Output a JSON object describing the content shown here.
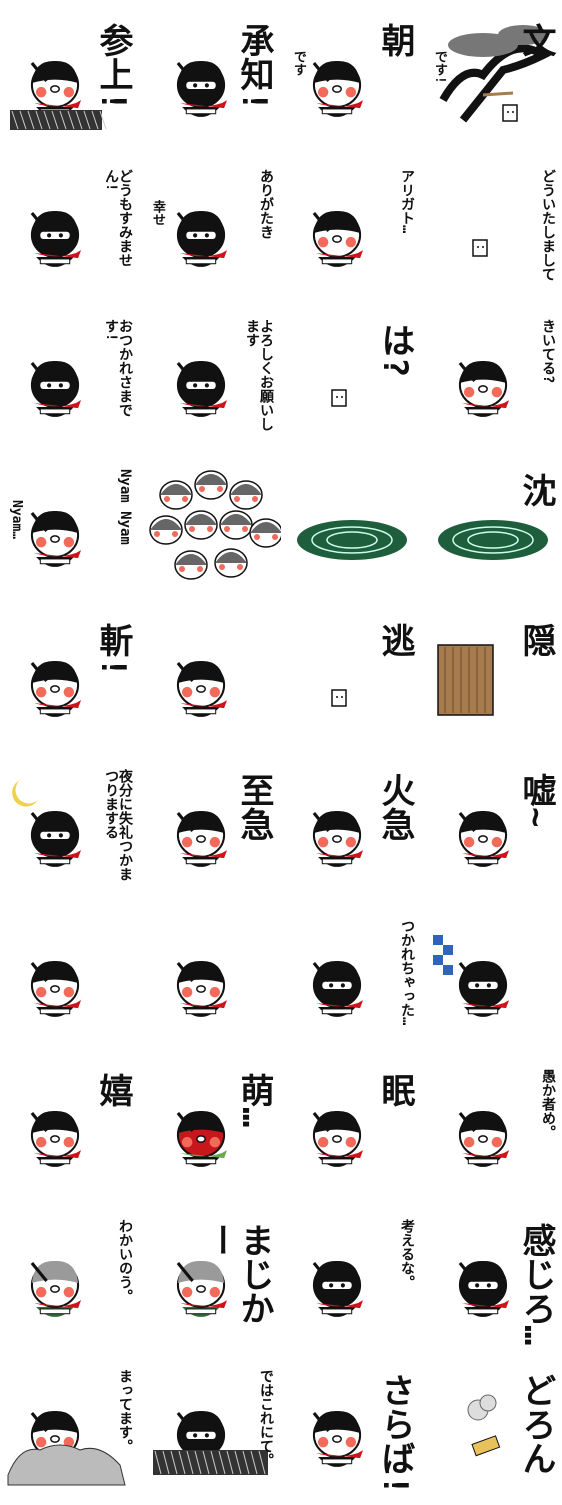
{
  "sticker_sheet": {
    "rows": [
      [
        {
          "name": "sticker-sanjo",
          "text": "参上!",
          "char": "ninja-white"
        },
        {
          "name": "sticker-shochi",
          "text": "承知!",
          "char": "ninja-masked"
        },
        {
          "name": "sticker-asa",
          "text": "朝",
          "sub": "です",
          "char": "ninja-white"
        },
        {
          "name": "sticker-fumi",
          "text": "文",
          "sub": "です!",
          "char": "tree"
        }
      ],
      [
        {
          "name": "sticker-doumo",
          "text": "どうもすみません!",
          "char": "ninja-masked"
        },
        {
          "name": "sticker-arigataki",
          "text": "ありがたき",
          "sub": "幸せ",
          "char": "ninja-masked"
        },
        {
          "name": "sticker-arigato",
          "text": "アリガト…",
          "char": "ninja-white"
        },
        {
          "name": "sticker-douitashimashite",
          "text": "どういたしまして",
          "char": "tofu"
        }
      ],
      [
        {
          "name": "sticker-otsukare",
          "text": "おつかれさまです!",
          "char": "ninja-masked"
        },
        {
          "name": "sticker-yoroshiku",
          "text": "よろしくお願いします",
          "char": "ninja-masked"
        },
        {
          "name": "sticker-ha",
          "text": "は?",
          "char": "tofu"
        },
        {
          "name": "sticker-kiiteru",
          "text": "きいてる?",
          "char": "ninja-white"
        }
      ],
      [
        {
          "name": "sticker-nyam",
          "text": "Nyam Nyam",
          "sub": "Nyam…",
          "char": "ninja-white"
        },
        {
          "name": "sticker-crowd",
          "text": "",
          "char": "crowd"
        },
        {
          "name": "sticker-pond",
          "text": "",
          "char": "pond"
        },
        {
          "name": "sticker-chin",
          "text": "沈",
          "char": "pond"
        }
      ],
      [
        {
          "name": "sticker-zan",
          "text": "斬!",
          "char": "ninja-white"
        },
        {
          "name": "sticker-sweat",
          "text": "",
          "char": "ninja-white"
        },
        {
          "name": "sticker-nige",
          "text": "逃",
          "char": "tofu"
        },
        {
          "name": "sticker-kakure",
          "text": "隠",
          "char": "board"
        }
      ],
      [
        {
          "name": "sticker-yabun",
          "text": "夜分に失礼つかまつりまする",
          "char": "ninja-masked"
        },
        {
          "name": "sticker-shikyu",
          "text": "至急",
          "char": "ninja-white"
        },
        {
          "name": "sticker-kakyu",
          "text": "火急",
          "char": "ninja-white"
        },
        {
          "name": "sticker-uso",
          "text": "嘘~",
          "char": "ninja-white"
        }
      ],
      [
        {
          "name": "sticker-dash1",
          "text": "",
          "char": "ninja-white"
        },
        {
          "name": "sticker-dash2",
          "text": "",
          "char": "ninja-white"
        },
        {
          "name": "sticker-tsukarechatta",
          "text": "つかれちゃった…",
          "char": "ninja-masked"
        },
        {
          "name": "sticker-checker",
          "text": "",
          "char": "ninja-masked"
        }
      ],
      [
        {
          "name": "sticker-ureshi",
          "text": "嬉",
          "char": "ninja-white"
        },
        {
          "name": "sticker-moe",
          "text": "萌…",
          "char": "ninja-red"
        },
        {
          "name": "sticker-nemui",
          "text": "眠",
          "char": "ninja-white"
        },
        {
          "name": "sticker-orokamono",
          "text": "愚か者め。",
          "char": "ninja-white"
        }
      ],
      [
        {
          "name": "sticker-wakainou",
          "text": "わかいのう。",
          "char": "ninja-old"
        },
        {
          "name": "sticker-majika",
          "text": "まじかー",
          "char": "ninja-old"
        },
        {
          "name": "sticker-kangaeruna",
          "text": "考えるな。",
          "char": "ninja-masked"
        },
        {
          "name": "sticker-kanjiro",
          "text": "感じろ…",
          "char": "ninja-masked"
        }
      ],
      [
        {
          "name": "sticker-mattemasu",
          "text": "まってます。",
          "char": "ninja-white"
        },
        {
          "name": "sticker-dewakorenite",
          "text": "ではこれにて。",
          "char": "ninja-masked"
        },
        {
          "name": "sticker-saraba",
          "text": "さらば!",
          "char": "ninja-white"
        },
        {
          "name": "sticker-doron",
          "text": "どろん",
          "char": "smoke"
        }
      ]
    ]
  },
  "colors": {
    "ink": "#111111",
    "scarf": "#d0121b",
    "cheek": "#f26a5a",
    "pond": "#1f5e3c",
    "wood": "#a67c4f",
    "check": "#2f64b8",
    "green": "#6aa84f"
  }
}
